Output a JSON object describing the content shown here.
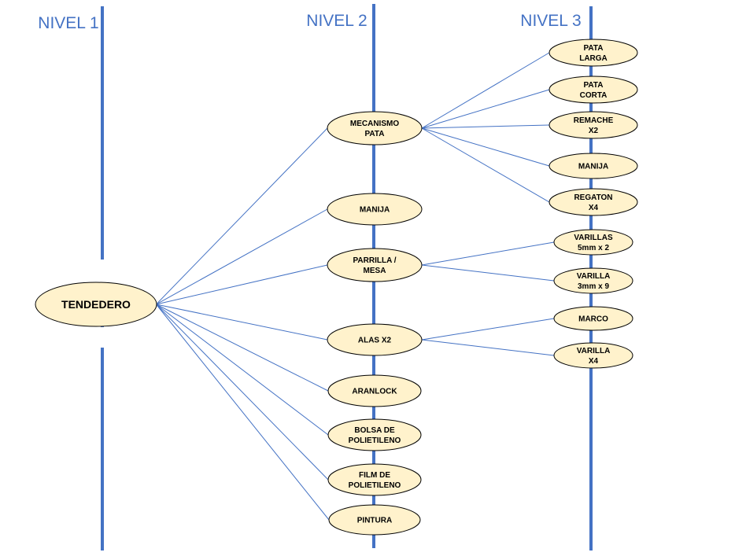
{
  "colors": {
    "level_line": "#4472c4",
    "level_title": "#4472c4",
    "connector": "#4472c4",
    "node_fill": "#fff2cc",
    "node_stroke": "#000000"
  },
  "levels": [
    {
      "id": "nivel-1",
      "label": "NIVEL 1"
    },
    {
      "id": "nivel-2",
      "label": "NIVEL 2"
    },
    {
      "id": "nivel-3",
      "label": "NIVEL 3"
    }
  ],
  "root": {
    "id": "tendedero",
    "lines": [
      "TENDEDERO"
    ]
  },
  "level2": [
    {
      "id": "mecanismo-pata",
      "lines": [
        "MECANISMO",
        "PATA"
      ]
    },
    {
      "id": "manija",
      "lines": [
        "MANIJA"
      ]
    },
    {
      "id": "parrilla-mesa",
      "lines": [
        "PARRILLA /",
        "MESA"
      ]
    },
    {
      "id": "alas-x2",
      "lines": [
        "ALAS  X2"
      ]
    },
    {
      "id": "aranlock",
      "lines": [
        "ARANLOCK"
      ]
    },
    {
      "id": "bolsa-de-polietileno",
      "lines": [
        "BOLSA DE",
        "POLIETILENO"
      ]
    },
    {
      "id": "film-de-polietileno",
      "lines": [
        "FILM DE",
        "POLIETILENO"
      ]
    },
    {
      "id": "pintura",
      "lines": [
        "PINTURA"
      ]
    }
  ],
  "level3": [
    {
      "id": "pata-larga",
      "parent": "mecanismo-pata",
      "lines": [
        "PATA",
        "LARGA"
      ]
    },
    {
      "id": "pata-corta",
      "parent": "mecanismo-pata",
      "lines": [
        "PATA",
        "CORTA"
      ]
    },
    {
      "id": "remache-x2",
      "parent": "mecanismo-pata",
      "lines": [
        "REMACHE",
        "X2"
      ]
    },
    {
      "id": "manija-3",
      "parent": "mecanismo-pata",
      "lines": [
        "MANIJA"
      ]
    },
    {
      "id": "regaton-x4",
      "parent": "mecanismo-pata",
      "lines": [
        "REGATON",
        "X4"
      ]
    },
    {
      "id": "varillas-5mm",
      "parent": "parrilla-mesa",
      "lines": [
        "VARILLAS",
        "5mm x 2"
      ]
    },
    {
      "id": "varilla-3mm",
      "parent": "parrilla-mesa",
      "lines": [
        "VARILLA",
        "3mm x 9"
      ]
    },
    {
      "id": "marco",
      "parent": "alas-x2",
      "lines": [
        "MARCO"
      ]
    },
    {
      "id": "varilla-x4",
      "parent": "alas-x2",
      "lines": [
        "VARILLA",
        "X4"
      ]
    }
  ]
}
